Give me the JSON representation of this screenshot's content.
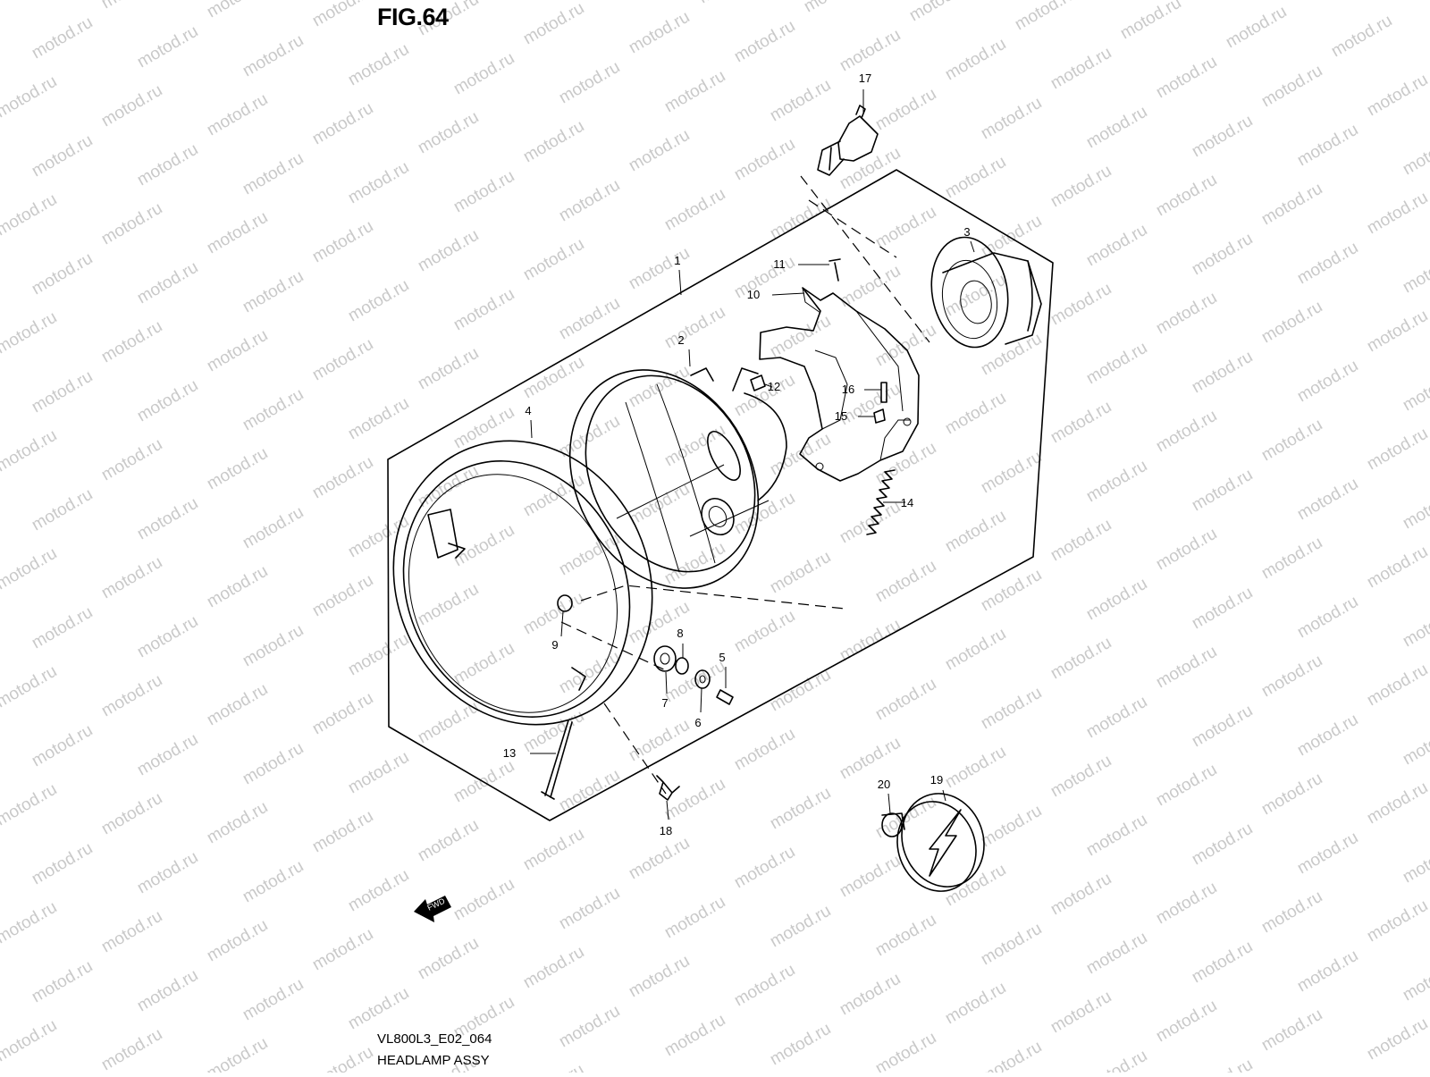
{
  "figure": {
    "title": "FIG.64",
    "diagram_code": "VL800L3_E02_064",
    "assembly_name": "HEADLAMP ASSY",
    "watermark_text": "motod.ru",
    "fwd_label": "FWD"
  },
  "callouts": [
    {
      "id": "17",
      "label": "17"
    },
    {
      "id": "1",
      "label": "1"
    },
    {
      "id": "11",
      "label": "11"
    },
    {
      "id": "10",
      "label": "10"
    },
    {
      "id": "3",
      "label": "3"
    },
    {
      "id": "2",
      "label": "2"
    },
    {
      "id": "12",
      "label": "12"
    },
    {
      "id": "16",
      "label": "16"
    },
    {
      "id": "15",
      "label": "15"
    },
    {
      "id": "4",
      "label": "4"
    },
    {
      "id": "14",
      "label": "14"
    },
    {
      "id": "9",
      "label": "9"
    },
    {
      "id": "8",
      "label": "8"
    },
    {
      "id": "5",
      "label": "5"
    },
    {
      "id": "7",
      "label": "7"
    },
    {
      "id": "6",
      "label": "6"
    },
    {
      "id": "13",
      "label": "13"
    },
    {
      "id": "18",
      "label": "18"
    },
    {
      "id": "20",
      "label": "20"
    },
    {
      "id": "19",
      "label": "19"
    }
  ]
}
